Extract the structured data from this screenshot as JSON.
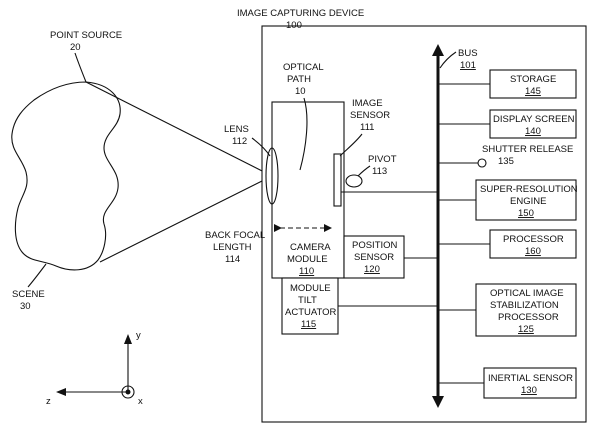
{
  "labels": {
    "device": "IMAGE CAPTURING DEVICE",
    "device_num": "100",
    "point_source": "POINT SOURCE",
    "point_source_num": "20",
    "scene": "SCENE",
    "scene_num": "30",
    "lens": "LENS",
    "lens_num": "112",
    "optical_path_1": "OPTICAL",
    "optical_path_2": "PATH",
    "optical_path_num": "10",
    "image_sensor_1": "IMAGE",
    "image_sensor_2": "SENSOR",
    "image_sensor_num": "111",
    "pivot": "PIVOT",
    "pivot_num": "113",
    "back_focal_1": "BACK FOCAL",
    "back_focal_2": "LENGTH",
    "back_focal_num": "114",
    "camera_module_1": "CAMERA",
    "camera_module_2": "MODULE",
    "camera_module_num": "110",
    "position_sensor_1": "POSITION",
    "position_sensor_2": "SENSOR",
    "position_sensor_num": "120",
    "tilt_1": "MODULE",
    "tilt_2": "TILT",
    "tilt_3": "ACTUATOR",
    "tilt_num": "115",
    "bus": "BUS",
    "bus_num": "101",
    "storage": "STORAGE",
    "storage_num": "145",
    "display": "DISPLAY SCREEN",
    "display_num": "140",
    "shutter": "SHUTTER RELEASE",
    "shutter_num": "135",
    "sr_1": "SUPER-RESOLUTION",
    "sr_2": "ENGINE",
    "sr_num": "150",
    "processor": "PROCESSOR",
    "processor_num": "160",
    "ois_1": "OPTICAL IMAGE",
    "ois_2": "STABILIZATION",
    "ois_3": "PROCESSOR",
    "ois_num": "125",
    "inertial": "INERTIAL SENSOR",
    "inertial_num": "130",
    "axis_x": "x",
    "axis_y": "y",
    "axis_z": "z"
  }
}
